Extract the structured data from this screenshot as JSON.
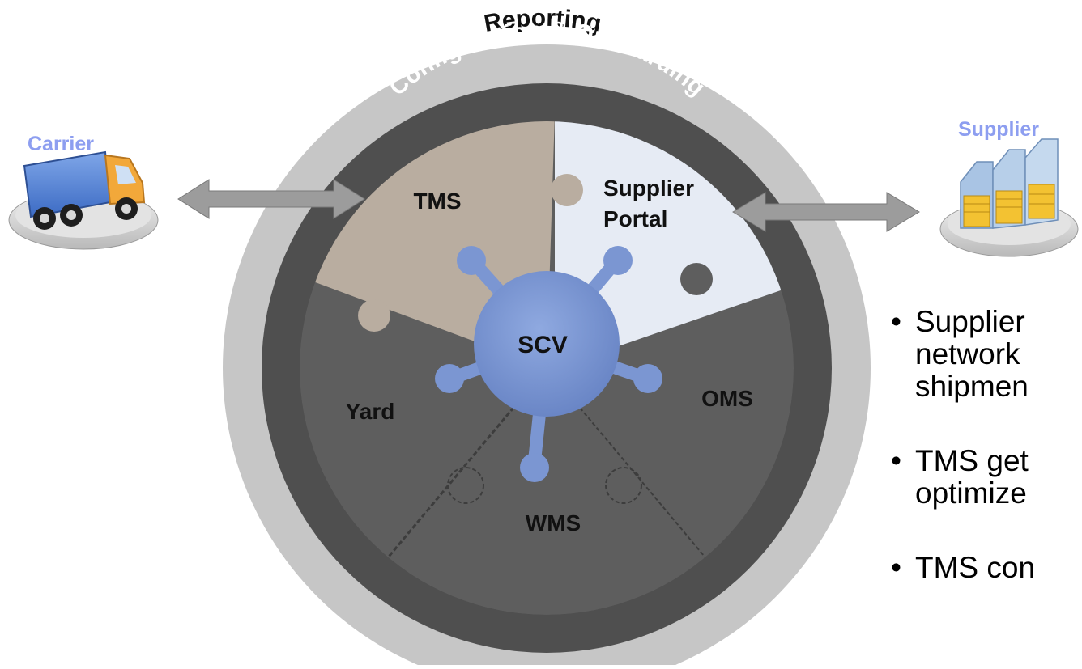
{
  "diagram": {
    "outer_ring_label": "Reporting",
    "inner_ring_label": "Configuration & Onboarding",
    "modules": {
      "tms": "TMS",
      "supplier_portal_line1": "Supplier",
      "supplier_portal_line2": "Portal",
      "yard": "Yard",
      "oms": "OMS",
      "wms": "WMS",
      "scv": "SCV"
    },
    "left_entity": {
      "label": "Carrier",
      "icon": "truck-icon"
    },
    "right_entity": {
      "label": "Supplier",
      "icon": "warehouse-icon"
    },
    "colors": {
      "outer_ring": "#c6c6c6",
      "inner_ring": "#4f4f4f",
      "tms_piece": "#b9ada0",
      "supplier_piece": "#e6ebf4",
      "dark_pieces": "#5e5e5e",
      "scv_hub": "#7b96d2",
      "entity_label": "#8d9ef0"
    }
  },
  "bullets": [
    {
      "line1": "Supplier",
      "line2": "network",
      "line3": "shipmen"
    },
    {
      "line1": "TMS get",
      "line2": "optimize"
    },
    {
      "line1": "TMS con"
    }
  ]
}
